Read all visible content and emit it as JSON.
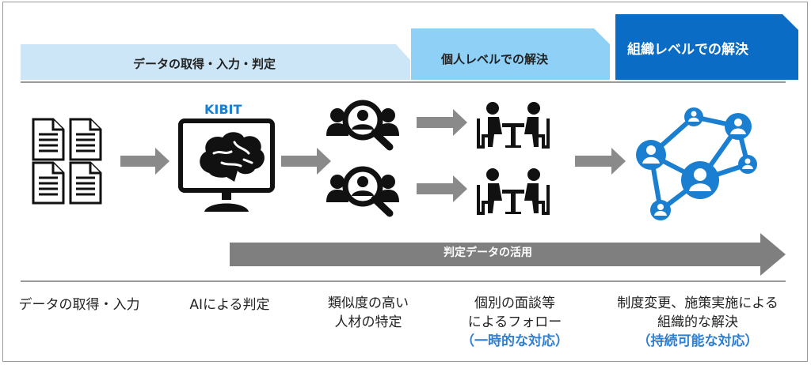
{
  "colors": {
    "phase1": "#cde6f7",
    "phase2": "#8fd0f6",
    "phase3": "#0a6cc4",
    "arrow": "#8a8a8a",
    "network": "#1a7fd0",
    "accent_text": "#2f7fd0"
  },
  "phases": [
    {
      "label": "データの取得・入力・判定"
    },
    {
      "label": "個人レベルでの解決"
    },
    {
      "label": "組織レベルでの解決"
    }
  ],
  "kibit_label": "KIBIT",
  "bottom_arrow_label": "判定データの活用",
  "icons": [
    "documents-icon",
    "brain-monitor-icon",
    "people-search-icon",
    "meeting-icon",
    "network-icon"
  ],
  "captions": [
    {
      "lines": [
        "データの取得・入力"
      ]
    },
    {
      "lines": [
        "AIによる判定"
      ]
    },
    {
      "lines": [
        "類似度の高い",
        "人材の特定"
      ]
    },
    {
      "lines": [
        "個別の面談等",
        "によるフォロー"
      ],
      "note": "（一時的な対応）"
    },
    {
      "lines": [
        "制度変更、施策実施による",
        "組織的な解決"
      ],
      "note": "（持続可能な対応）"
    }
  ]
}
